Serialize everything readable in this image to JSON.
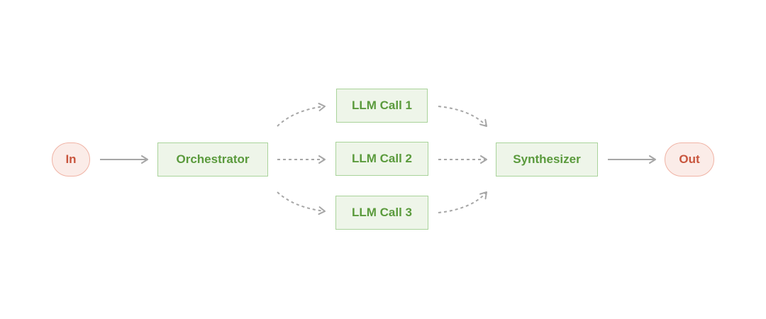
{
  "nodes": {
    "input": "In",
    "orchestrator": "Orchestrator",
    "llm_call_1": "LLM Call 1",
    "llm_call_2": "LLM Call 2",
    "llm_call_3": "LLM Call 3",
    "synthesizer": "Synthesizer",
    "output": "Out"
  },
  "edges": [
    {
      "from": "input",
      "to": "orchestrator",
      "style": "solid"
    },
    {
      "from": "orchestrator",
      "to": "llm_call_1",
      "style": "dotted"
    },
    {
      "from": "orchestrator",
      "to": "llm_call_2",
      "style": "dotted"
    },
    {
      "from": "orchestrator",
      "to": "llm_call_3",
      "style": "dotted"
    },
    {
      "from": "llm_call_1",
      "to": "synthesizer",
      "style": "dotted"
    },
    {
      "from": "llm_call_2",
      "to": "synthesizer",
      "style": "dotted"
    },
    {
      "from": "llm_call_3",
      "to": "synthesizer",
      "style": "dotted"
    },
    {
      "from": "synthesizer",
      "to": "output",
      "style": "solid"
    }
  ],
  "colors": {
    "terminal_fill": "#fbece8",
    "terminal_border": "#f0b3a5",
    "terminal_text": "#c8553d",
    "process_fill": "#eef5e9",
    "process_border": "#a9d39a",
    "process_text": "#5a9a3c",
    "arrow": "#a6a6a6"
  }
}
